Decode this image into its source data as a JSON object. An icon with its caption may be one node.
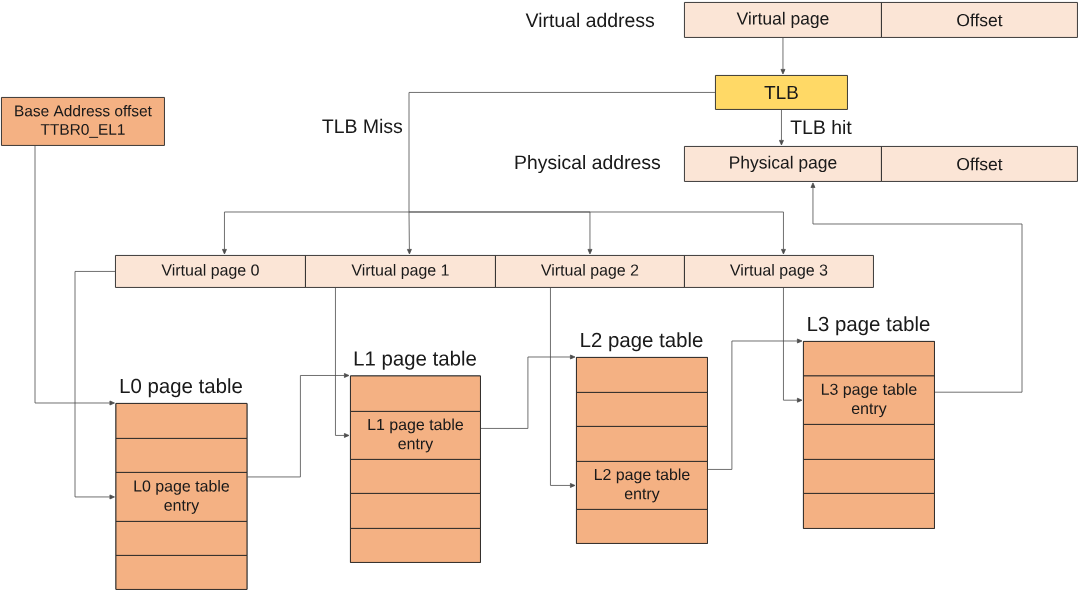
{
  "diagram": {
    "nodes": [
      {
        "text": [
          "Virtual page"
        ]
      },
      {
        "text": [
          "Offset"
        ]
      },
      {
        "text": [
          "TLB"
        ]
      },
      {
        "text": [
          "Physical page"
        ]
      },
      {
        "text": [
          "Offset"
        ]
      },
      {
        "text": [
          "Base Address offset TTBR0_EL1"
        ]
      },
      {
        "text": [
          "Virtual page 0"
        ]
      },
      {
        "text": [
          "Virtual page 1"
        ]
      },
      {
        "text": [
          "Virtual page 2"
        ]
      },
      {
        "text": [
          "Virtual page 3"
        ]
      },
      {
        "text": [
          "L0 page table"
        ]
      },
      {
        "text": [],
        "shape": "box",
        "in": 10
      },
      {
        "text": [],
        "shape": "box",
        "in": 10
      },
      {
        "text": [
          "L0 page table entry"
        ],
        "in": 10
      },
      {
        "text": [],
        "shape": "box",
        "in": 10
      },
      {
        "text": [],
        "shape": "box",
        "in": 10
      },
      {
        "text": [
          "L1 page table"
        ]
      },
      {
        "text": [],
        "shape": "box",
        "in": 16
      },
      {
        "text": [
          "L1 page table entry"
        ],
        "in": 16
      },
      {
        "text": [],
        "shape": "box",
        "in": 16
      },
      {
        "text": [],
        "shape": "box",
        "in": 16
      },
      {
        "text": [],
        "shape": "box",
        "in": 16
      },
      {
        "text": [
          "L2 page table"
        ]
      },
      {
        "text": [],
        "shape": "box",
        "in": 22
      },
      {
        "text": [],
        "shape": "box",
        "in": 22
      },
      {
        "text": [],
        "shape": "box",
        "in": 22
      },
      {
        "text": [
          "L2 page table entry"
        ],
        "in": 22
      },
      {
        "text": [],
        "shape": "box",
        "in": 22
      },
      {
        "text": [
          "L3 page table"
        ]
      },
      {
        "text": [],
        "shape": "box",
        "in": 28
      },
      {
        "text": [
          "L3 page table entry"
        ],
        "in": 28
      },
      {
        "text": [],
        "shape": "box",
        "in": 28
      },
      {
        "text": [],
        "shape": "box",
        "in": 28
      },
      {
        "text": [],
        "shape": "box",
        "in": 28
      }
    ],
    "edges": [
      {
        "from": 0,
        "to": 2,
        "arrow": "to"
      },
      {
        "from": 2,
        "to": 3,
        "arrow": "to",
        "label": "TLB hit"
      },
      {
        "from": 2,
        "to": 6,
        "arrow": "to"
      },
      {
        "from": 2,
        "to": 7,
        "arrow": "to",
        "label": "TLB Miss"
      },
      {
        "from": 2,
        "to": 8,
        "arrow": "to"
      },
      {
        "from": 2,
        "to": 9,
        "arrow": "to"
      },
      {
        "from": 5,
        "to": 10,
        "arrow": "to"
      },
      {
        "from": 6,
        "to": 13,
        "arrow": "to"
      },
      {
        "from": 13,
        "to": 16,
        "arrow": "to"
      },
      {
        "from": 7,
        "to": 18,
        "arrow": "to"
      },
      {
        "from": 18,
        "to": 22,
        "arrow": "to"
      },
      {
        "from": 8,
        "to": 26,
        "arrow": "to"
      },
      {
        "from": 26,
        "to": 28,
        "arrow": "to"
      },
      {
        "from": 9,
        "to": 30,
        "arrow": "to"
      },
      {
        "from": 30,
        "to": 3,
        "arrow": "to"
      }
    ],
    "labels": [
      "Virtual address",
      "Physical address"
    ]
  }
}
